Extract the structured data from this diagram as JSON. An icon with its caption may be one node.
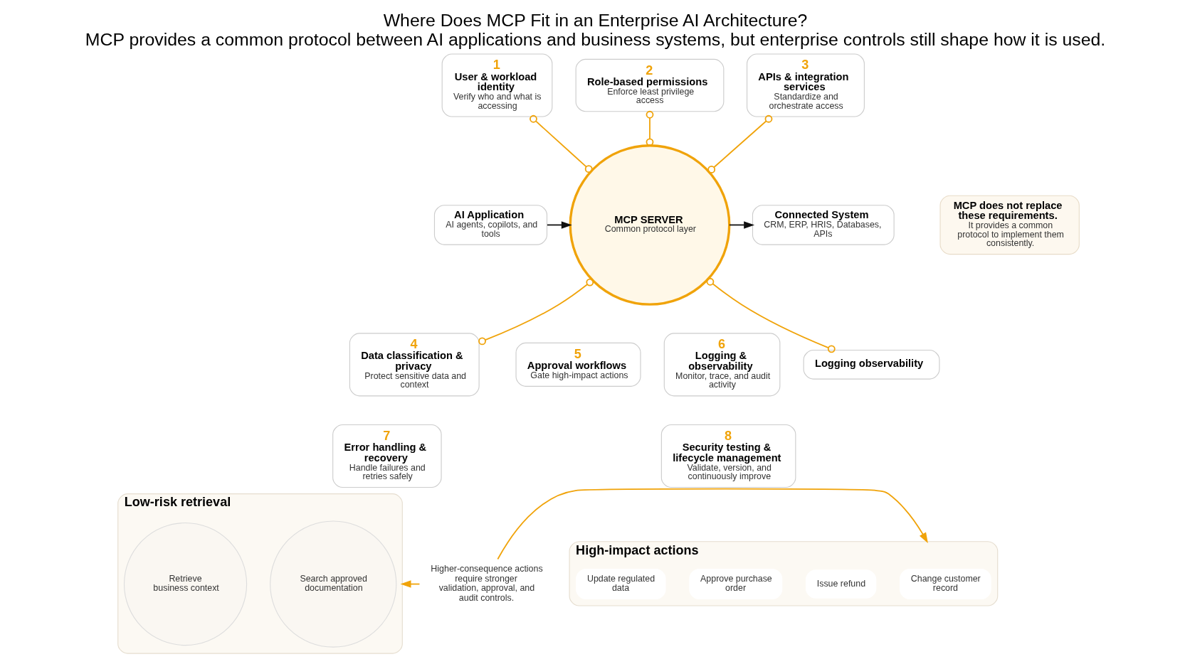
{
  "diagram": {
    "title": "Where Does MCP Fit in an Enterprise AI Architecture?",
    "caption": "MCP provides a common protocol between AI applications and business systems, but enterprise controls still shape how it is used.",
    "nodes": [
      {
        "text": [
          "MCP SERVER",
          "Common protocol layer"
        ]
      },
      {
        "text": [
          "AI Application",
          "AI agents, copilots, and tools"
        ]
      },
      {
        "text": [
          "Connected System",
          "CRM, ERP, HRIS, Databases, APIs"
        ]
      },
      {
        "text": [
          "1",
          "User & workload identity",
          "Verify who and what is accessing"
        ]
      },
      {
        "text": [
          "2",
          "Role-based permissions",
          "Enforce least privilege access"
        ]
      },
      {
        "text": [
          "3",
          "APIs & integration services",
          "Standardize and orchestrate access"
        ]
      },
      {
        "text": [
          "4",
          "Data classification & privacy",
          "Protect sensitive data and context"
        ]
      },
      {
        "text": [
          "5",
          "Approval workflows",
          "Gate high-impact actions"
        ]
      },
      {
        "text": [
          "6",
          "Logging & observability",
          "Monitor, trace, and audit activity"
        ]
      },
      {
        "text": [
          "Logging observability"
        ]
      },
      {
        "text": [
          "7",
          "Error handling & recovery",
          "Handle failures and retries safely"
        ]
      },
      {
        "text": [
          "8",
          "Security testing & lifecycle management",
          "Validate, version, and continuously improve"
        ]
      },
      {
        "text": [
          "MCP does not replace these requirements.",
          "It provides a common protocol to implement them consistently."
        ]
      },
      {
        "text": [
          "Low-risk retrieval"
        ]
      },
      {
        "text": [
          "Search approved documentation"
        ],
        "in": 13
      },
      {
        "text": [
          "Retrieve business context"
        ],
        "in": 13
      },
      {
        "text": [
          "Higher-consequence actions require stronger validation, approval, and audit controls."
        ]
      },
      {
        "text": [
          "High-impact actions"
        ]
      },
      {
        "text": [
          "Change customer record"
        ],
        "in": 17
      },
      {
        "text": [
          "Issue refund"
        ],
        "in": 17
      },
      {
        "text": [
          "Approve purchase order"
        ],
        "in": 17
      },
      {
        "text": [
          "Update regulated data"
        ],
        "in": 17
      }
    ],
    "edges": [
      {
        "from": 1,
        "to": 0,
        "arrow": "to",
        "color": "#111111"
      },
      {
        "from": 0,
        "to": 2,
        "arrow": "to",
        "color": "#111111"
      },
      {
        "from": 3,
        "to": 0,
        "arrow": "other",
        "color": "#f0a30a"
      },
      {
        "from": 4,
        "to": 0,
        "arrow": "other",
        "color": "#f0a30a"
      },
      {
        "from": 5,
        "to": 0,
        "arrow": "other",
        "color": "#f0a30a"
      },
      {
        "from": 0,
        "to": 6,
        "arrow": "other",
        "color": "#f0a30a"
      },
      {
        "from": 0,
        "to": 9,
        "arrow": "other",
        "color": "#f0a30a"
      },
      {
        "from": 16,
        "to": 13,
        "arrow": "to",
        "color": "#f0a30a"
      },
      {
        "from": 16,
        "to": 17,
        "arrow": "to",
        "color": "#f0a30a"
      }
    ]
  }
}
